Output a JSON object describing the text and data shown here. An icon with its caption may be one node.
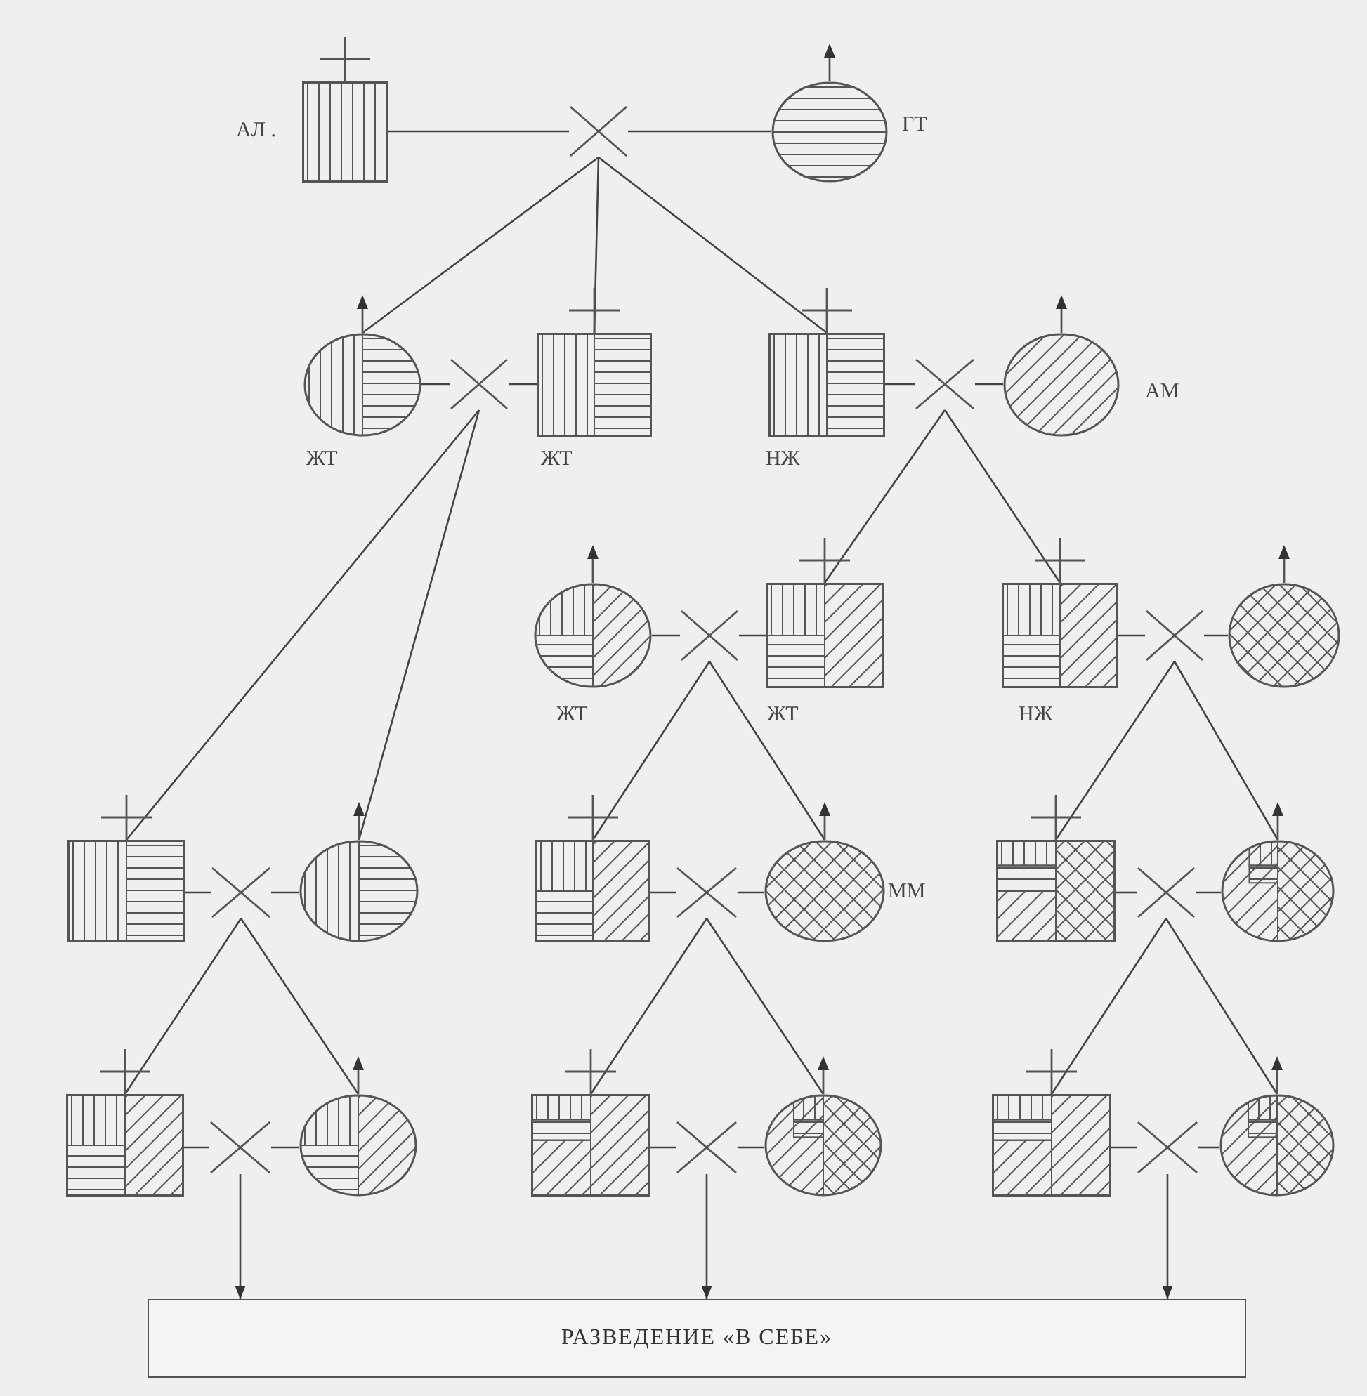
{
  "diagram": {
    "nodes": [
      {
        "text": [],
        "shape": "box",
        "beside": [
          "АЛ ."
        ]
      },
      {
        "text": [],
        "shape": "cross"
      },
      {
        "text": [],
        "shape": "circle",
        "beside": [
          "ГТ"
        ]
      },
      {
        "text": [],
        "shape": "circle",
        "beside": [
          "ЖТ"
        ]
      },
      {
        "text": [],
        "shape": "cross"
      },
      {
        "text": [],
        "shape": "box",
        "beside": [
          "ЖТ"
        ]
      },
      {
        "text": [],
        "shape": "box",
        "beside": [
          "НЖ"
        ]
      },
      {
        "text": [],
        "shape": "cross"
      },
      {
        "text": [],
        "shape": "circle",
        "beside": [
          "АМ"
        ]
      },
      {
        "text": [],
        "shape": "circle",
        "beside": [
          "ЖТ"
        ]
      },
      {
        "text": [],
        "shape": "cross"
      },
      {
        "text": [],
        "shape": "box",
        "beside": [
          "ЖТ"
        ]
      },
      {
        "text": [],
        "shape": "box",
        "beside": [
          "НЖ"
        ]
      },
      {
        "text": [],
        "shape": "cross"
      },
      {
        "text": [],
        "shape": "circle"
      },
      {
        "text": [],
        "shape": "box"
      },
      {
        "text": [],
        "shape": "cross"
      },
      {
        "text": [],
        "shape": "circle"
      },
      {
        "text": [],
        "shape": "box"
      },
      {
        "text": [],
        "shape": "cross"
      },
      {
        "text": [],
        "shape": "circle",
        "beside": [
          "ММ"
        ]
      },
      {
        "text": [],
        "shape": "box"
      },
      {
        "text": [],
        "shape": "cross"
      },
      {
        "text": [],
        "shape": "circle"
      },
      {
        "text": [],
        "shape": "box"
      },
      {
        "text": [],
        "shape": "cross"
      },
      {
        "text": [],
        "shape": "circle"
      },
      {
        "text": [],
        "shape": "box"
      },
      {
        "text": [],
        "shape": "cross"
      },
      {
        "text": [],
        "shape": "circle"
      },
      {
        "text": [],
        "shape": "box"
      },
      {
        "text": [],
        "shape": "cross"
      },
      {
        "text": [],
        "shape": "circle"
      },
      {
        "text": [
          "РАЗВЕДЕНИЕ «В СЕБЕ»"
        ]
      }
    ],
    "edges": [
      {
        "from": 0,
        "to": 1,
        "arrow": "none"
      },
      {
        "from": 2,
        "to": 1,
        "arrow": "none"
      },
      {
        "from": 1,
        "to": 3,
        "arrow": "none"
      },
      {
        "from": 1,
        "to": 5,
        "arrow": "none"
      },
      {
        "from": 1,
        "to": 6,
        "arrow": "none"
      },
      {
        "from": 3,
        "to": 4,
        "arrow": "none"
      },
      {
        "from": 5,
        "to": 4,
        "arrow": "none"
      },
      {
        "from": 6,
        "to": 7,
        "arrow": "none"
      },
      {
        "from": 8,
        "to": 7,
        "arrow": "none"
      },
      {
        "from": 4,
        "to": 15,
        "arrow": "none"
      },
      {
        "from": 4,
        "to": 17,
        "arrow": "none"
      },
      {
        "from": 7,
        "to": 11,
        "arrow": "none"
      },
      {
        "from": 7,
        "to": 12,
        "arrow": "none"
      },
      {
        "from": 9,
        "to": 10,
        "arrow": "none"
      },
      {
        "from": 11,
        "to": 10,
        "arrow": "none"
      },
      {
        "from": 12,
        "to": 13,
        "arrow": "none"
      },
      {
        "from": 14,
        "to": 13,
        "arrow": "none"
      },
      {
        "from": 10,
        "to": 18,
        "arrow": "none"
      },
      {
        "from": 10,
        "to": 20,
        "arrow": "none"
      },
      {
        "from": 13,
        "to": 21,
        "arrow": "none"
      },
      {
        "from": 13,
        "to": 23,
        "arrow": "none"
      },
      {
        "from": 15,
        "to": 16,
        "arrow": "none"
      },
      {
        "from": 17,
        "to": 16,
        "arrow": "none"
      },
      {
        "from": 18,
        "to": 19,
        "arrow": "none"
      },
      {
        "from": 20,
        "to": 19,
        "arrow": "none"
      },
      {
        "from": 21,
        "to": 22,
        "arrow": "none"
      },
      {
        "from": 23,
        "to": 22,
        "arrow": "none"
      },
      {
        "from": 16,
        "to": 24,
        "arrow": "none"
      },
      {
        "from": 16,
        "to": 26,
        "arrow": "none"
      },
      {
        "from": 19,
        "to": 27,
        "arrow": "none"
      },
      {
        "from": 19,
        "to": 29,
        "arrow": "none"
      },
      {
        "from": 22,
        "to": 30,
        "arrow": "none"
      },
      {
        "from": 22,
        "to": 32,
        "arrow": "none"
      },
      {
        "from": 24,
        "to": 25,
        "arrow": "none"
      },
      {
        "from": 26,
        "to": 25,
        "arrow": "none"
      },
      {
        "from": 27,
        "to": 28,
        "arrow": "none"
      },
      {
        "from": 29,
        "to": 28,
        "arrow": "none"
      },
      {
        "from": 30,
        "to": 31,
        "arrow": "none"
      },
      {
        "from": 32,
        "to": 31,
        "arrow": "none"
      },
      {
        "from": 25,
        "to": 33,
        "arrow": "to"
      },
      {
        "from": 28,
        "to": 33,
        "arrow": "to"
      },
      {
        "from": 31,
        "to": 33,
        "arrow": "to"
      }
    ]
  }
}
